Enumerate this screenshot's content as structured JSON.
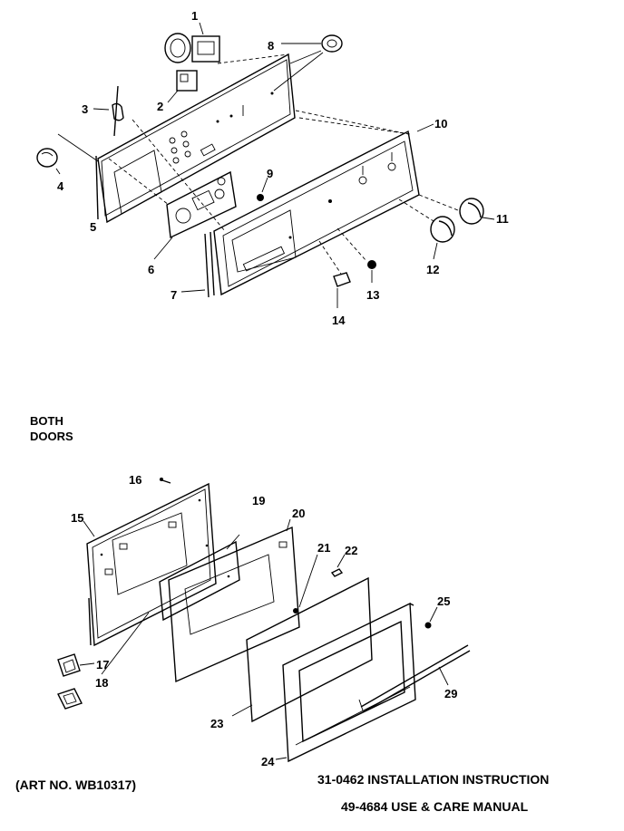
{
  "section_heading": {
    "line1": "BOTH",
    "line2": "DOORS"
  },
  "footer": {
    "art_no": "(ART NO. WB10317)",
    "installation": "31-0462 INSTALLATION INSTRUCTION",
    "use_care": "49-4684 USE & CARE MANUAL"
  },
  "callouts": {
    "c1": "1",
    "c2": "2",
    "c3": "3",
    "c4": "4",
    "c5": "5",
    "c6": "6",
    "c7": "7",
    "c8": "8",
    "c9": "9",
    "c10": "10",
    "c11": "11",
    "c12": "12",
    "c13": "13",
    "c14": "14",
    "c15": "15",
    "c16": "16",
    "c17": "17",
    "c18": "18",
    "c19": "19",
    "c20": "20",
    "c21": "21",
    "c22": "22",
    "c23": "23",
    "c24": "24",
    "c25": "25",
    "c29": "29"
  }
}
